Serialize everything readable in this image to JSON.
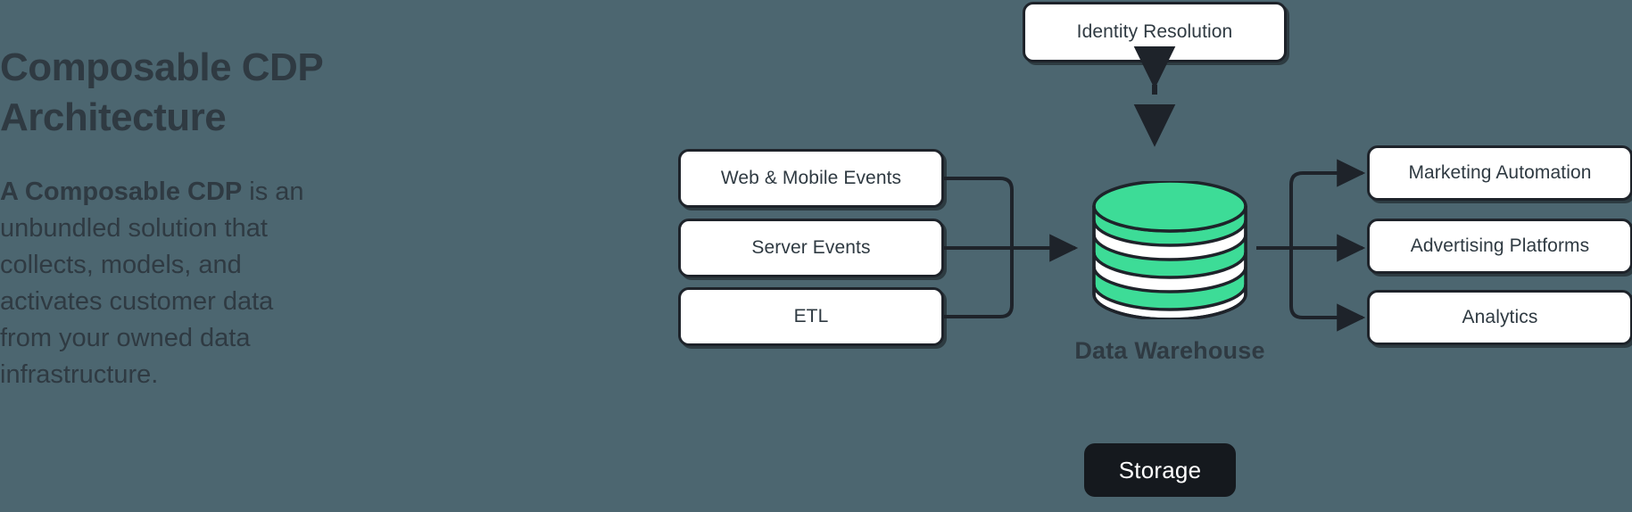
{
  "page": {
    "background_color": "#4C6670",
    "ink_color": "#2F3A42",
    "accent_green": "#3DDC97",
    "stroke_color": "#1E232A"
  },
  "intro": {
    "headline": "Composable CDP Architecture",
    "body_lead": "A Composable CDP",
    "body_rest": " is an unbundled solution that collects, models, and activates customer data from your owned data infrastructure."
  },
  "diagram": {
    "title": "Composable CDP Architecture",
    "governance": {
      "identity_resolution": "Identity Resolution"
    },
    "sources": [
      {
        "label": "Web & Mobile Events"
      },
      {
        "label": "Server Events"
      },
      {
        "label": "ETL"
      }
    ],
    "warehouse": {
      "label": "Data Warehouse",
      "badge": "Storage",
      "icon": "database-cylinder-icon",
      "top_color": "#3DDC97",
      "stripe_color": "#3DDC97",
      "body_color": "#FFFFFF"
    },
    "destinations": [
      {
        "label": "Marketing Automation"
      },
      {
        "label": "Advertising Platforms"
      },
      {
        "label": "Analytics"
      }
    ],
    "connectors": {
      "sources_to_warehouse": "solid-arrow-right",
      "warehouse_to_destinations": "solid-arrow-right",
      "identity_to_warehouse": "dashed-double-arrow-vertical"
    }
  }
}
